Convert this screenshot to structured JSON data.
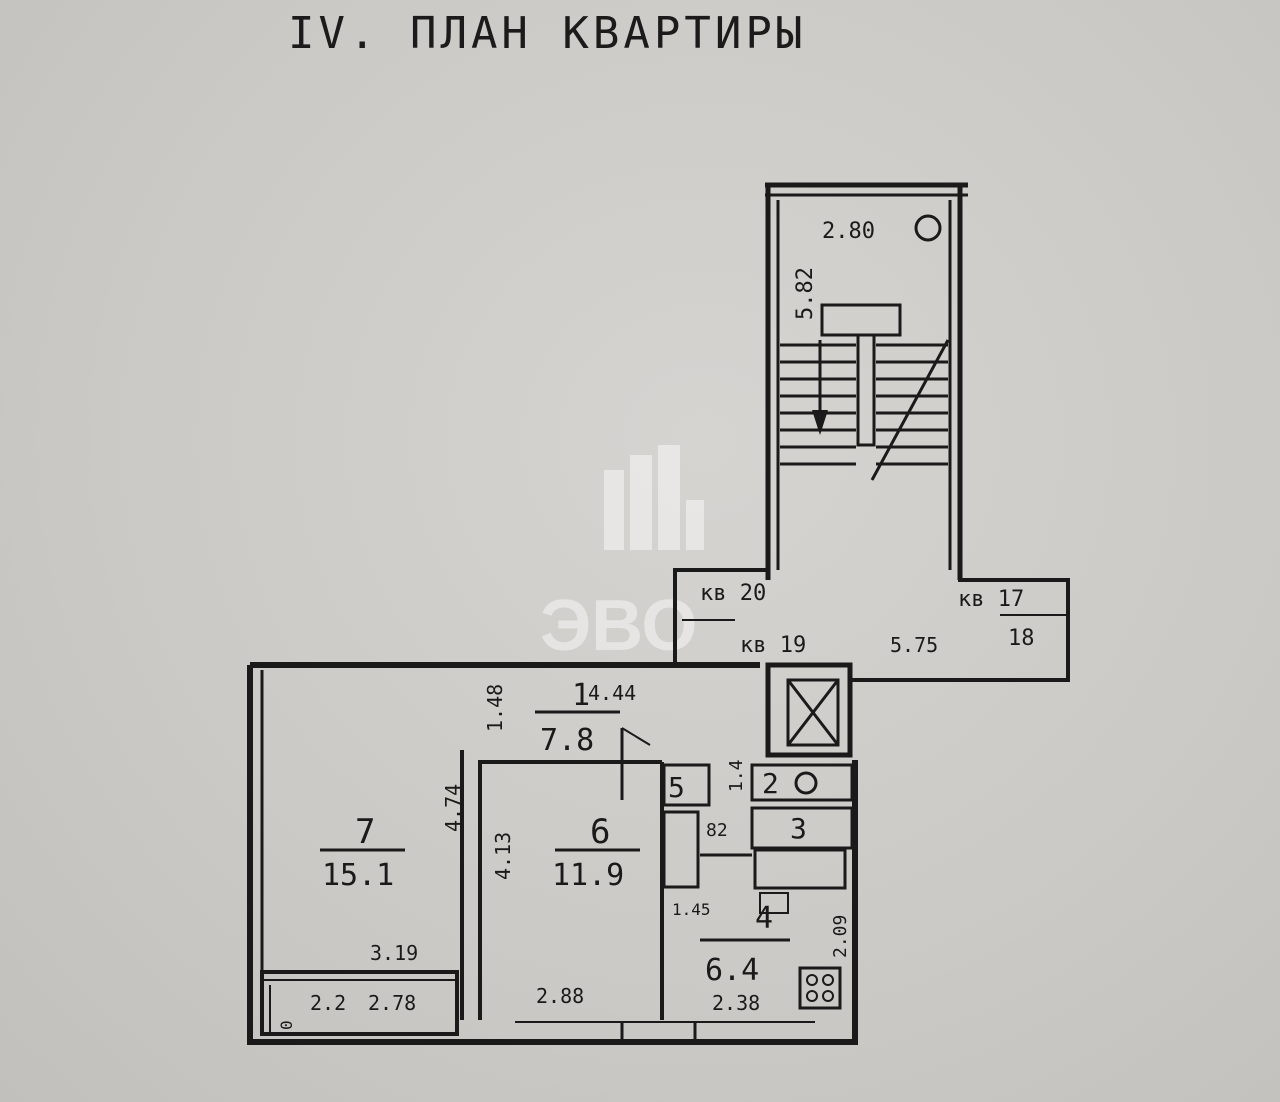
{
  "title": "IV. ПЛАН КВАРТИРЫ",
  "watermark_text": "ЭВО",
  "stair": {
    "width_label": "2.80",
    "length_label": "5.82"
  },
  "neighbors": {
    "apt_20": "кв 20",
    "apt_19": "кв 19",
    "apt_17": "кв 17",
    "apt_18": "18",
    "corridor_dim": "5.75"
  },
  "rooms": [
    {
      "id": "1",
      "name": "1",
      "area": "7.8",
      "dims": [
        "4.44",
        "1.48"
      ]
    },
    {
      "id": "6",
      "name": "6",
      "area": "11.9",
      "dims": [
        "4.13",
        "2.88"
      ]
    },
    {
      "id": "7",
      "name": "7",
      "area": "15.1",
      "dims": [
        "4.74",
        "3.19"
      ]
    },
    {
      "id": "4",
      "name": "4",
      "area": "6.4",
      "dims": [
        "2.09",
        "2.38",
        "1.45"
      ]
    },
    {
      "id": "2",
      "name": "2",
      "area": "",
      "dims": [
        "1.4"
      ]
    },
    {
      "id": "3",
      "name": "3",
      "area": "",
      "dims": [
        "82"
      ]
    },
    {
      "id": "5",
      "name": "5",
      "area": "",
      "dims": []
    }
  ],
  "balcony": {
    "dims": [
      "2.2",
      "2.78",
      "0"
    ]
  }
}
